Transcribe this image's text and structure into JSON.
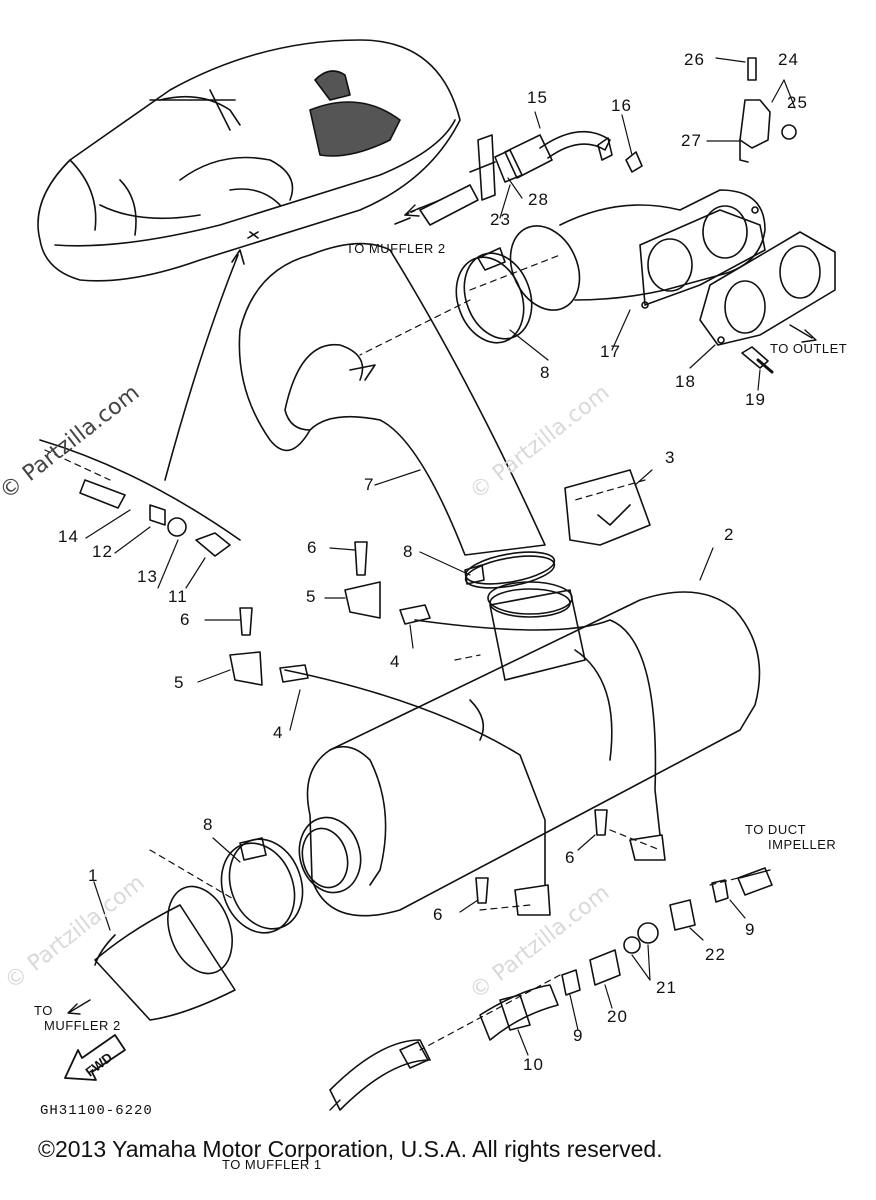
{
  "watermark": "© Partzilla.com",
  "part_numbers": [
    "1",
    "2",
    "3",
    "4",
    "5",
    "6",
    "7",
    "8",
    "9",
    "10",
    "11",
    "12",
    "13",
    "14",
    "15",
    "16",
    "17",
    "18",
    "19",
    "20",
    "21",
    "22",
    "23",
    "24",
    "25",
    "26",
    "27",
    "28"
  ],
  "callouts": {
    "to_muffler_2_top": "TO MUFFLER 2",
    "to_outlet": "TO OUTLET",
    "to_duct": "TO DUCT",
    "impeller": "IMPELLER",
    "to": "TO",
    "muffler_2_bottom": "MUFFLER 2",
    "to_muffler_1": "TO MUFFLER 1"
  },
  "fwd_label": "FWD",
  "diagram_code": "GH31100-6220",
  "copyright": "©2013  Yamaha Motor Corporation, U.S.A. All rights reserved.",
  "colors": {
    "line": "#111111",
    "watermark": "#d9d9d9"
  }
}
